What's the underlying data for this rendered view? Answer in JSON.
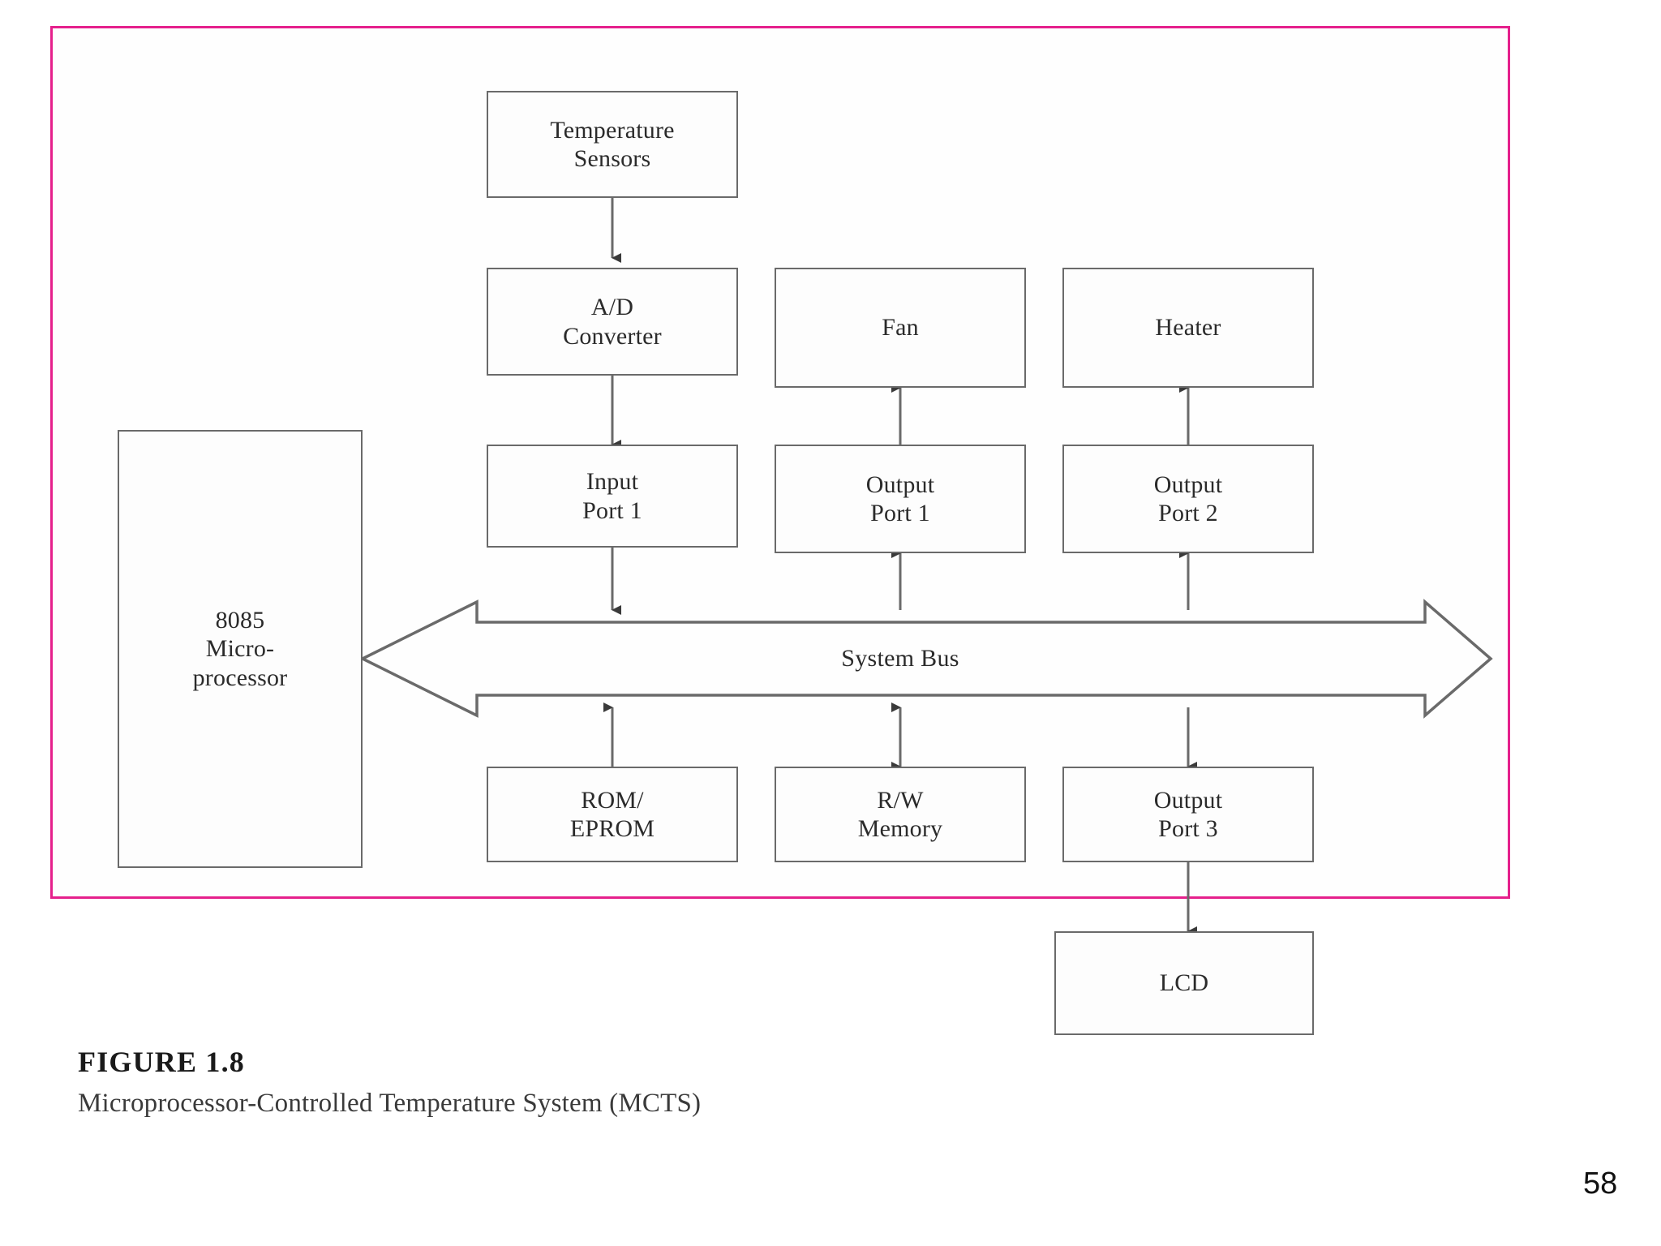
{
  "page": {
    "page_number": "58",
    "frame_color": "#e5208c",
    "line_color": "#6a6a6a",
    "text_color": "#2b2b2b"
  },
  "caption": {
    "title": "FIGURE 1.8",
    "subtitle": "Microprocessor-Controlled Temperature System (MCTS)"
  },
  "diagram": {
    "bus_label": "System Bus",
    "nodes": [
      {
        "id": "temperature-sensors",
        "line1": "Temperature",
        "line2": "Sensors"
      },
      {
        "id": "ad-converter",
        "line1": "A/D",
        "line2": "Converter"
      },
      {
        "id": "fan",
        "line1": "Fan",
        "line2": ""
      },
      {
        "id": "heater",
        "line1": "Heater",
        "line2": ""
      },
      {
        "id": "input-port-1",
        "line1": "Input",
        "line2": "Port 1"
      },
      {
        "id": "output-port-1",
        "line1": "Output",
        "line2": "Port 1"
      },
      {
        "id": "output-port-2",
        "line1": "Output",
        "line2": "Port 2"
      },
      {
        "id": "microprocessor-8085",
        "line1": "8085",
        "line2": "Micro-",
        "line3": "processor"
      },
      {
        "id": "rom-eprom",
        "line1": "ROM/",
        "line2": "EPROM"
      },
      {
        "id": "rw-memory",
        "line1": "R/W",
        "line2": "Memory"
      },
      {
        "id": "output-port-3",
        "line1": "Output",
        "line2": "Port 3"
      },
      {
        "id": "lcd",
        "line1": "LCD",
        "line2": ""
      }
    ],
    "connections": [
      {
        "from": "temperature-sensors",
        "to": "ad-converter",
        "direction": "down"
      },
      {
        "from": "ad-converter",
        "to": "input-port-1",
        "direction": "down"
      },
      {
        "from": "input-port-1",
        "to": "system-bus",
        "direction": "down"
      },
      {
        "from": "system-bus",
        "to": "output-port-1",
        "direction": "up"
      },
      {
        "from": "output-port-1",
        "to": "fan",
        "direction": "up"
      },
      {
        "from": "system-bus",
        "to": "output-port-2",
        "direction": "up"
      },
      {
        "from": "output-port-2",
        "to": "heater",
        "direction": "up"
      },
      {
        "from": "rom-eprom",
        "to": "system-bus",
        "direction": "up"
      },
      {
        "from": "rw-memory",
        "to": "system-bus",
        "direction": "bidirectional"
      },
      {
        "from": "system-bus",
        "to": "output-port-3",
        "direction": "down"
      },
      {
        "from": "output-port-3",
        "to": "lcd",
        "direction": "down"
      },
      {
        "from": "microprocessor-8085",
        "to": "system-bus",
        "direction": "bidirectional"
      }
    ]
  }
}
